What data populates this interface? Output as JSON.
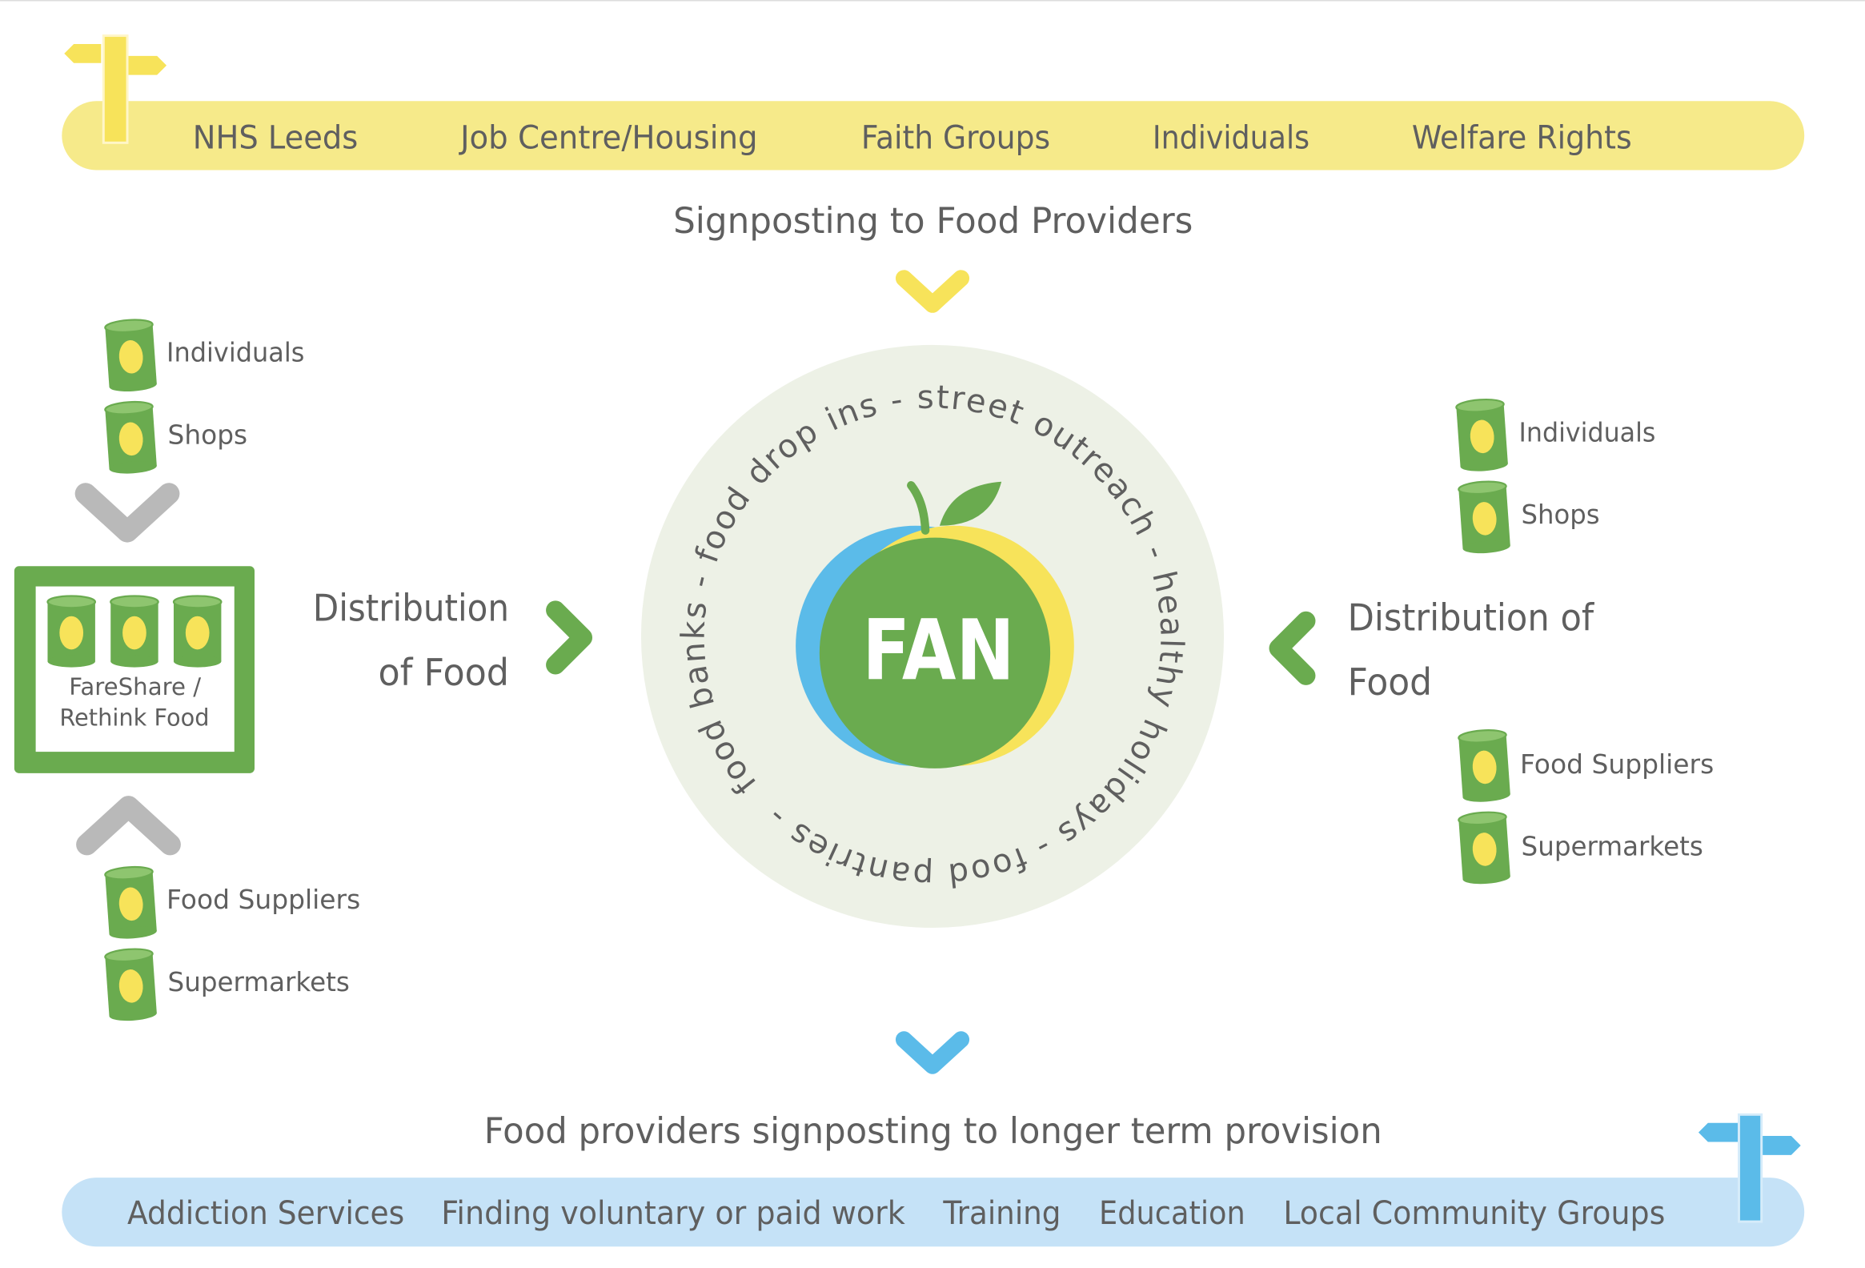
{
  "colors": {
    "green": "#6aab4f",
    "yellow": "#f7e35a",
    "blue": "#5bbbe9",
    "text": "#5f5f5f"
  },
  "top_bar": {
    "items": [
      "NHS Leeds",
      "Job Centre/Housing",
      "Faith Groups",
      "Individuals",
      "Welfare Rights"
    ]
  },
  "signposting_heading": "Signposting to Food Providers",
  "center": {
    "logo_text": "FAN",
    "ring_text": "food banks - food drop ins - street outreach - healthy holidays - food pantries - "
  },
  "left": {
    "sources_top": [
      "Individuals",
      "Shops"
    ],
    "hub": {
      "line1": "FareShare /",
      "line2": "Rethink Food"
    },
    "sources_bottom": [
      "Food Suppliers",
      "Supermarkets"
    ],
    "distribution": {
      "line1": "Distribution",
      "line2": "of Food"
    }
  },
  "right": {
    "sources_top": [
      "Individuals",
      "Shops"
    ],
    "distribution": {
      "line1": "Distribution of",
      "line2": "Food"
    },
    "sources_bottom": [
      "Food Suppliers",
      "Supermarkets"
    ]
  },
  "bottom_heading": "Food providers signposting to longer term provision",
  "bottom_bar": {
    "items": [
      "Addiction Services",
      "Finding voluntary or paid work",
      "Training",
      "Education",
      "Local Community Groups"
    ]
  }
}
